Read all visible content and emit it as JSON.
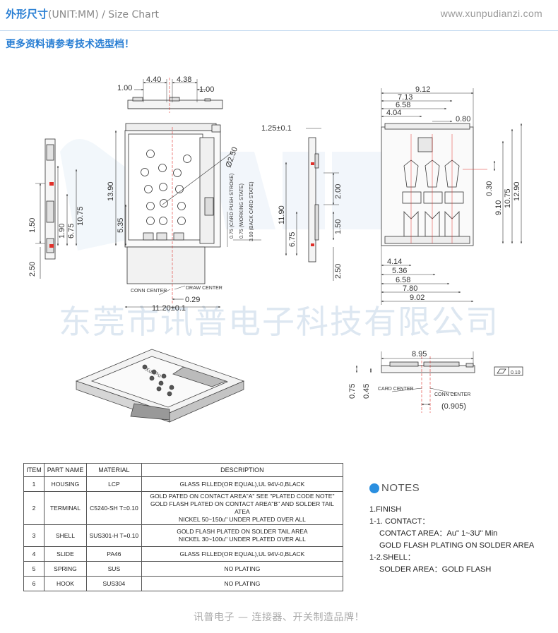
{
  "header": {
    "title_cn": "外形尺寸",
    "title_en": "(UNIT:MM) / Size Chart",
    "url": "www.xunpudianzi.com",
    "subtitle": "更多资料请参考技术选型档！"
  },
  "watermark": {
    "company": "东莞市讯普电子科技有限公司",
    "brand": "XunPu"
  },
  "drawing": {
    "top_view_dims": {
      "d1": "1.00",
      "d2": "4.40",
      "d3": "4.38",
      "d4": "1.00"
    },
    "front_view_dims": {
      "d_13_90": "13.90",
      "d_5_35": "5.35",
      "d_dia": "Ø2.50",
      "d_075_push": "0.75 (CARD PUSH STROKE)",
      "d_075_work": "0.75 (WORKING STATE)",
      "d_390_back": "3.90 (BACK CARD STATE)",
      "d_029": "0.29",
      "d_1120": "11.20±0.1",
      "label_conn": "CONN CENTER",
      "label_draw": "DRAW CENTER"
    },
    "left_view_dims": {
      "d_150": "1.50",
      "d_190": "1.90",
      "d_675": "6.75",
      "d_1075": "10.75",
      "d_250": "2.50"
    },
    "side_view_dims": {
      "d_125": "1.25±0.1",
      "d_200": "2.00",
      "d_1190": "11.90",
      "d_675": "6.75",
      "d_150": "1.50",
      "d_250": "2.50"
    },
    "right_view_dims": {
      "d_912": "9.12",
      "d_713": "7.13",
      "d_658": "6.58",
      "d_404": "4.04",
      "d_080": "0.80",
      "d_030": "0.30",
      "d_910": "9.10",
      "d_1075": "10.75",
      "d_1290": "12.90",
      "d_414": "4.14",
      "d_536": "5.36",
      "d_658b": "6.58",
      "d_780": "7.80",
      "d_902": "9.02"
    },
    "bottom_view_dims": {
      "d_895": "8.95",
      "d_075": "0.75",
      "d_045": "0.45",
      "d_0905": "(0.905)",
      "flat": "0.10",
      "label_card": "CARD CENTER",
      "label_conn": "CONN CENTER"
    }
  },
  "table": {
    "headers": [
      "ITEM",
      "PART NAME",
      "MATERIAL",
      "DESCRIPTION"
    ],
    "rows": [
      {
        "item": "1",
        "part": "HOUSING",
        "material": "LCP",
        "desc": "GLASS FILLED(OR EQUAL),UL 94V-0,BLACK"
      },
      {
        "item": "2",
        "part": "TERMINAL",
        "material": "C5240-SH T=0.10",
        "desc": "GOLD PATED ON CONTACT AREA\"A\" SEE \"PLATED CODE NOTE\"\nGOLD FLASH PLATED ON CONTACT AREA\"B\" AND SOLDER TAIL ATEA\nNICKEL 50~150u\" UNDER PLATED OVER ALL"
      },
      {
        "item": "3",
        "part": "SHELL",
        "material": "SUS301-H T=0.10",
        "desc": "GOLD FLASH PLATED ON SOLDER TAIL AREA\nNICKEL 30~100u\" UNDER PLATED OVER ALL"
      },
      {
        "item": "4",
        "part": "SLIDE",
        "material": "PA46",
        "desc": "GLASS FILLED(OR EQUAL),UL 94V-0,BLACK"
      },
      {
        "item": "5",
        "part": "SPRING",
        "material": "SUS",
        "desc": "NO PLATING"
      },
      {
        "item": "6",
        "part": "HOOK",
        "material": "SUS304",
        "desc": "NO PLATING"
      }
    ]
  },
  "notes": {
    "title": "NOTES",
    "lines": [
      {
        "text": "1.FINISH",
        "indent": false
      },
      {
        "text": "1-1. CONTACT：",
        "indent": false
      },
      {
        "text": "CONTACT AREA：Au\" 1~3U\" Min",
        "indent": true
      },
      {
        "text": "GOLD FLASH PLATING ON SOLDER AREA",
        "indent": true
      },
      {
        "text": "1-2.SHELL：",
        "indent": false
      },
      {
        "text": "SOLDER AREA：GOLD FLASH",
        "indent": true
      }
    ]
  },
  "footer": {
    "text": "讯普电子 — 连接器、开关制造品牌！"
  },
  "colors": {
    "accent": "#2a7fd4",
    "dim_line": "#333333",
    "center_line": "#e0302a",
    "watermark": "#e6eef6"
  }
}
